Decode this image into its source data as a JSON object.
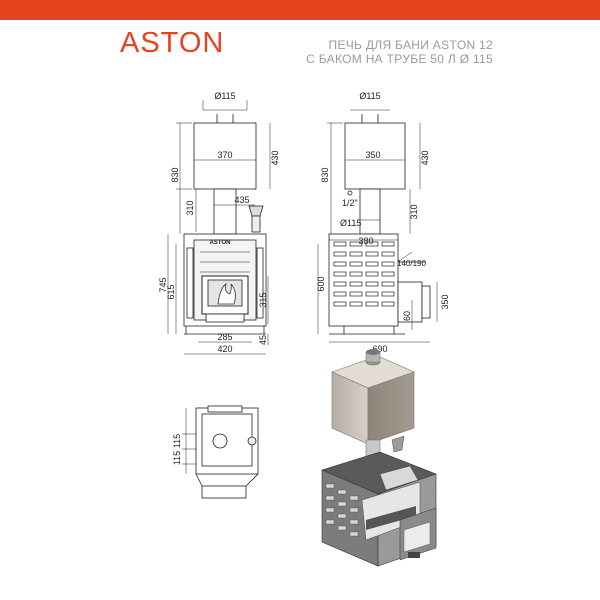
{
  "brand": {
    "logo_text": "ASTON",
    "accent_color": "#e8431f"
  },
  "header": {
    "title_line1": "ПЕЧЬ ДЛЯ БАНИ ASTON 12",
    "title_line2": "С БАКОМ НА ТРУБЕ 50 Л Ø 115"
  },
  "front_view": {
    "pipe_diameter": "Ø115",
    "tank_width": "370",
    "tank_height": "430",
    "total_height": "830",
    "pipe_height": "310",
    "offset": "435",
    "stove_height": "745",
    "body_height": "615",
    "door_height": "315",
    "door_width": "285",
    "base_width": "420",
    "leg_height": "45",
    "stove_logo": "ASTON"
  },
  "side_view": {
    "pipe_diameter": "Ø115",
    "tank_width": "350",
    "tank_height": "430",
    "total_height": "830",
    "pipe_height": "310",
    "fitting": "1/2\"",
    "pipe_diameter_lower": "Ø115",
    "top_width": "380",
    "outlet": "140/190",
    "stove_height": "600",
    "firebox_height": "350",
    "firebox_offset": "60",
    "total_depth": "690"
  },
  "top_view": {
    "dim_a": "115",
    "dim_b": "115"
  }
}
